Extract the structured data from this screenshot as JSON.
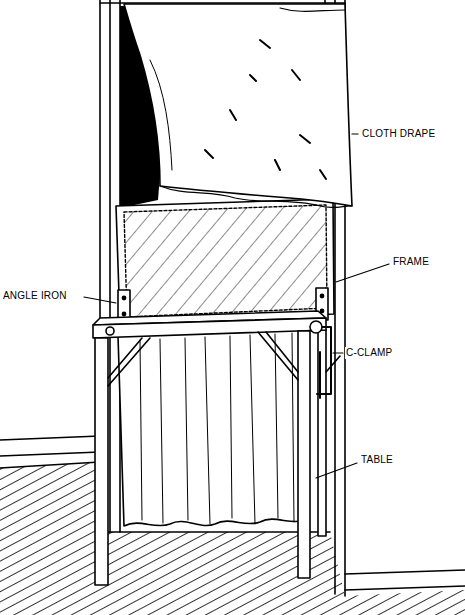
{
  "diagram": {
    "labels": [
      "CLOTH DRAPE",
      "FRAME",
      "ANGLE IRON",
      "C-CLAMP",
      "TABLE"
    ]
  }
}
